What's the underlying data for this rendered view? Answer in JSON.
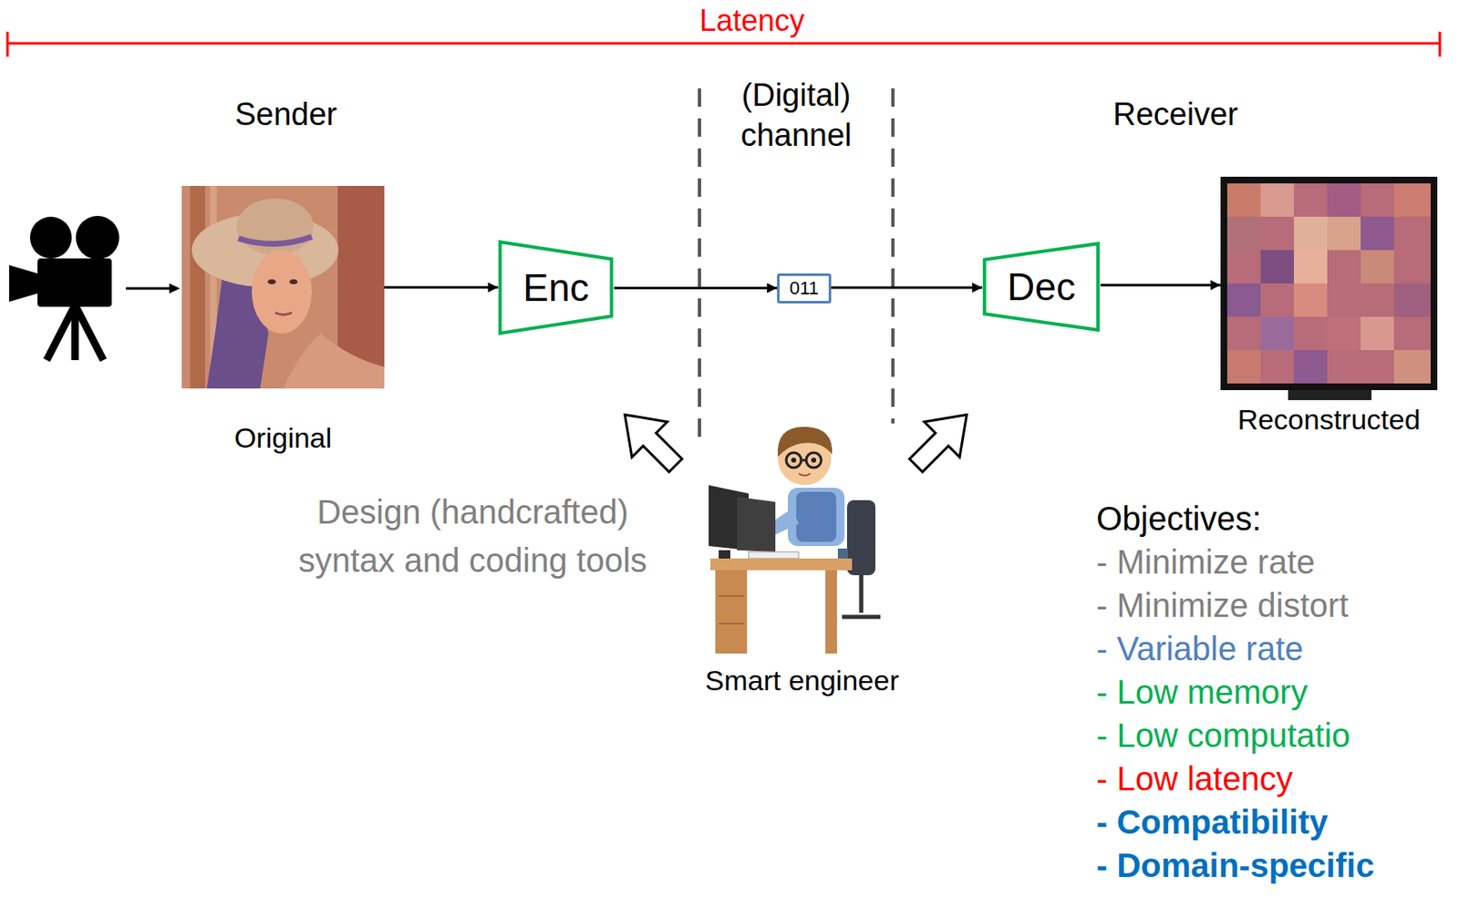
{
  "diagram": {
    "nodes": [
      {
        "text": [
          "Original"
        ]
      },
      {
        "text": [
          "Enc"
        ]
      },
      {
        "text": [
          "011"
        ]
      },
      {
        "text": [
          "Dec"
        ]
      },
      {
        "text": [
          "Reconstructed"
        ]
      }
    ],
    "edges": [
      {
        "from": 0,
        "to": 1,
        "arrow": "to"
      },
      {
        "from": 1,
        "to": 2,
        "arrow": "to"
      },
      {
        "from": 2,
        "to": 3,
        "arrow": "to"
      },
      {
        "from": 3,
        "to": 4,
        "arrow": "to"
      }
    ],
    "labels": [
      "Latency",
      "Sender",
      "(Digital) channel",
      "Receiver",
      "Design (handcrafted) syntax and coding tools",
      "Smart engineer",
      "Objectives:",
      "- Minimize rate",
      "- Minimize distort",
      "- Variable rate",
      "- Low memory",
      "- Low computatio",
      "- Low latency",
      "- Compatibility",
      "- Domain-specific"
    ]
  }
}
